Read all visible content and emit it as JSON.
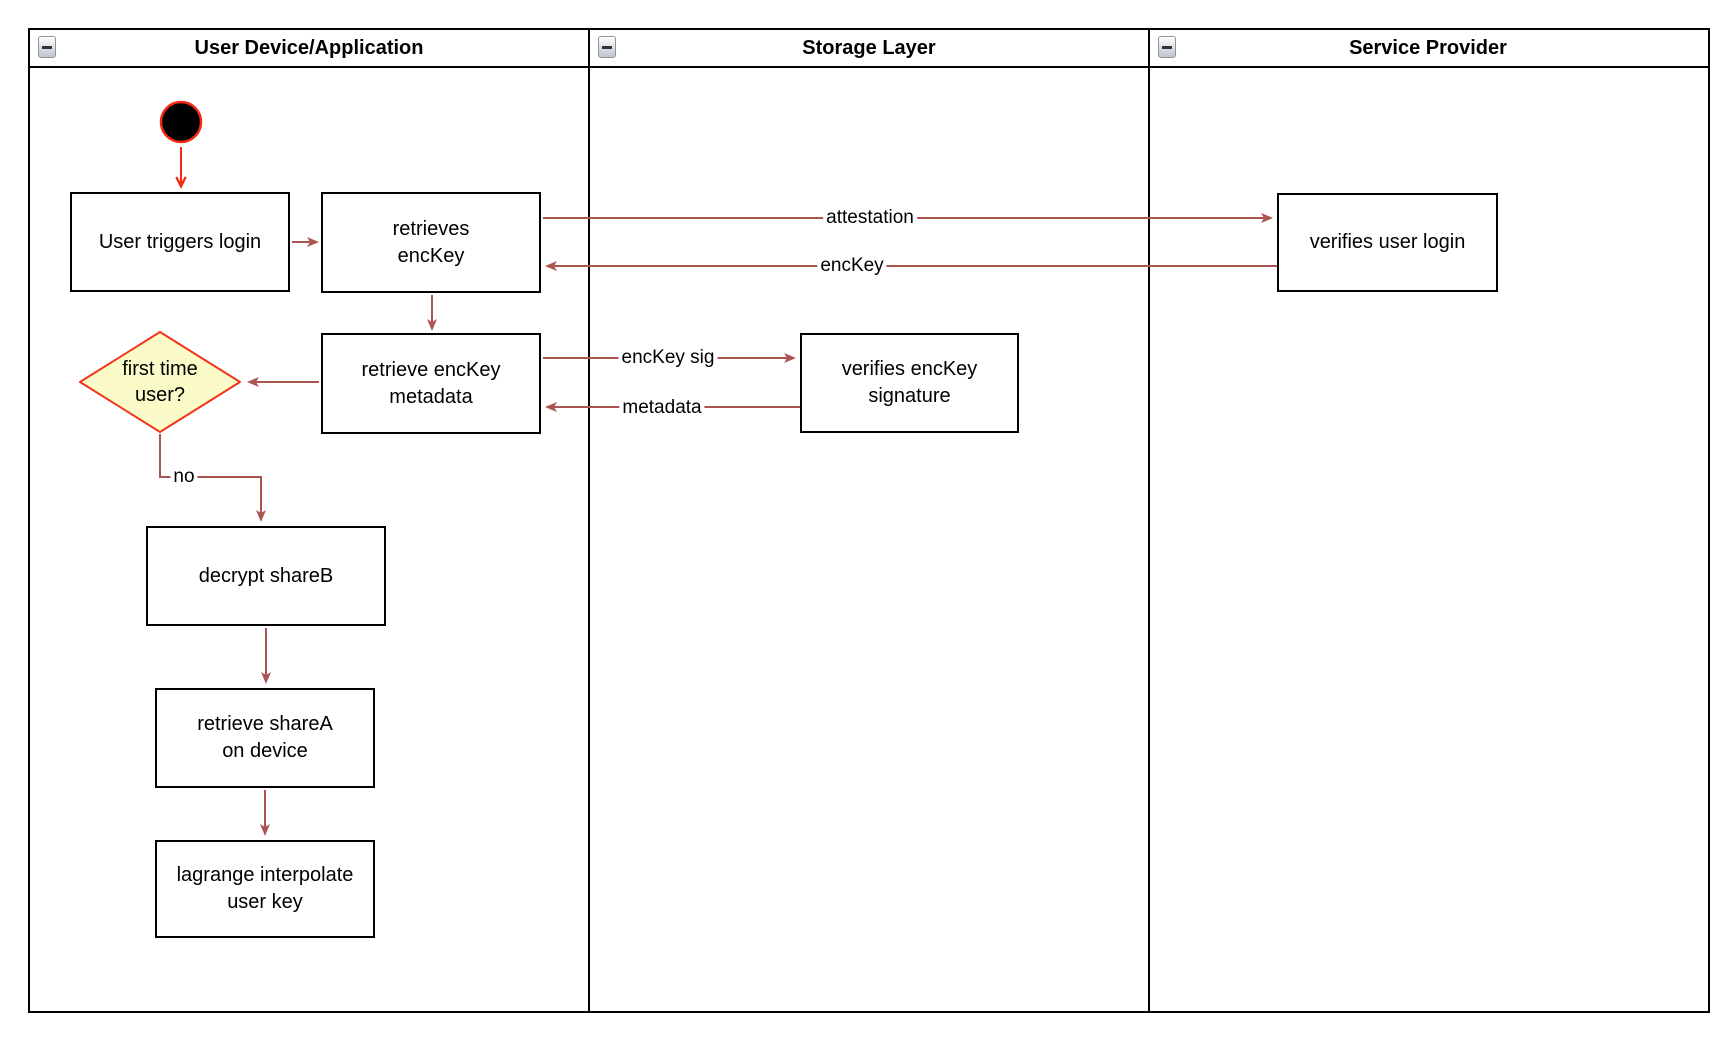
{
  "lanes": [
    {
      "title": "User Device/Application"
    },
    {
      "title": "Storage Layer"
    },
    {
      "title": "Service Provider"
    }
  ],
  "nodes": {
    "start": {
      "shape": "initial-node"
    },
    "user_triggers_login": {
      "label": "User triggers login"
    },
    "retrieves_enckey": {
      "label": "retrieves\nencKey"
    },
    "retrieve_enckey_metadata": {
      "label": "retrieve encKey\nmetadata"
    },
    "first_time_user": {
      "label": "first time\nuser?",
      "shape": "decision"
    },
    "decrypt_shareb": {
      "label": "decrypt shareB"
    },
    "retrieve_sharea_on_device": {
      "label": "retrieve shareA\non device"
    },
    "lagrange_interpolate_user_key": {
      "label": "lagrange interpolate\nuser key"
    },
    "verifies_enckey_signature": {
      "label": "verifies encKey\nsignature"
    },
    "verifies_user_login": {
      "label": "verifies user login"
    }
  },
  "edges": {
    "attestation": {
      "label": "attestation"
    },
    "enckey_return": {
      "label": "encKey"
    },
    "enckey_sig": {
      "label": "encKey sig"
    },
    "metadata_return": {
      "label": "metadata"
    },
    "no_branch": {
      "label": "no"
    }
  },
  "colors": {
    "edge": "#ab5450",
    "accent": "#f5290f",
    "decision_fill": "#fbfbc9",
    "decision_stroke": "#f03618",
    "node_border": "#000000"
  }
}
